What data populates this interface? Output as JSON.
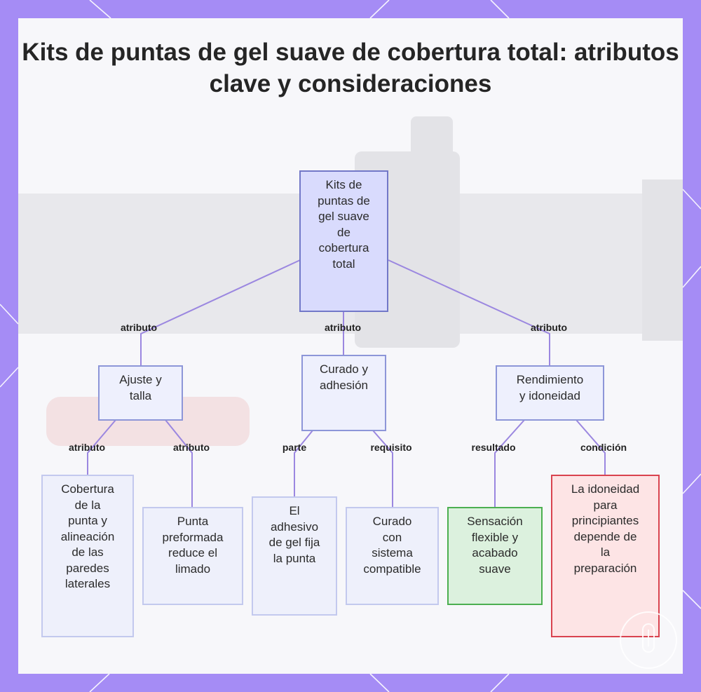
{
  "title": "Kits de puntas de gel suave de cobertura total: atributos clave y consideraciones",
  "root": {
    "label": "Kits de\npuntas de\ngel suave\nde\ncobertura\ntotal"
  },
  "branches": [
    {
      "edge": "atributo",
      "label": "Ajuste y\ntalla"
    },
    {
      "edge": "atributo",
      "label": "Curado y\nadhesión"
    },
    {
      "edge": "atributo",
      "label": "Rendimiento\ny idoneidad"
    }
  ],
  "leaves": [
    {
      "edge": "atributo",
      "label": "Cobertura\nde la\npunta y\nalineación\nde las\nparedes\nlaterales"
    },
    {
      "edge": "atributo",
      "label": "Punta\npreformada\nreduce el\nlimado"
    },
    {
      "edge": "parte",
      "label": "El\nadhesivo\nde gel fija\nla punta"
    },
    {
      "edge": "requisito",
      "label": "Curado\ncon\nsistema\ncompatible"
    },
    {
      "edge": "resultado",
      "label": "Sensación\nflexible y\nacabado\nsuave"
    },
    {
      "edge": "condición",
      "label": "La idoneidad\npara\nprincipiantes\ndepende de\nla\npreparación"
    }
  ],
  "colors": {
    "frame": "#a58cf5",
    "connector": "#9b87e0",
    "root_fill": "#d9dbfd",
    "positive": "#4caf50",
    "caution": "#d9434f"
  }
}
